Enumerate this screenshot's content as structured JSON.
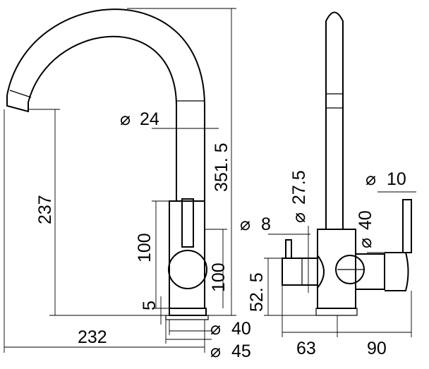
{
  "diagram": {
    "front_view": {
      "spout_diameter": "24",
      "total_height": "351. 5",
      "spout_height": "237",
      "body_height": "100",
      "handle_height": "100",
      "base_thickness": "5",
      "base_diameter_small": "40",
      "base_diameter_large": "45",
      "reach": "232",
      "diameter_symbol": "⌀"
    },
    "side_view": {
      "body_diameter": "27.5",
      "lever_diameter": "8",
      "handle_diameter": "40",
      "handle_pin_diameter": "10",
      "handle_axis_height": "52. 5",
      "left_offset": "63",
      "right_offset": "90"
    }
  }
}
